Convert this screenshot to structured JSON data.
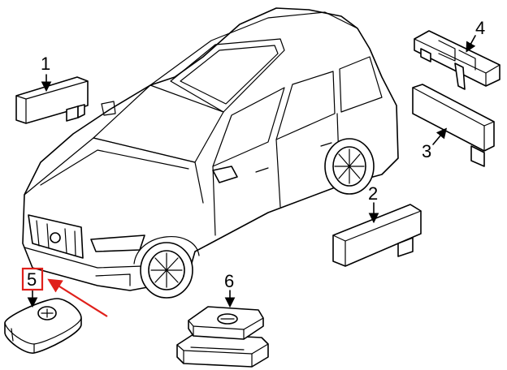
{
  "callouts": [
    {
      "id": "1",
      "label": "1"
    },
    {
      "id": "2",
      "label": "2"
    },
    {
      "id": "3",
      "label": "3"
    },
    {
      "id": "4",
      "label": "4"
    },
    {
      "id": "5",
      "label": "5"
    },
    {
      "id": "6",
      "label": "6"
    }
  ],
  "highlight": {
    "part": "5",
    "color": "#e0201b"
  },
  "line_color": "#000000"
}
